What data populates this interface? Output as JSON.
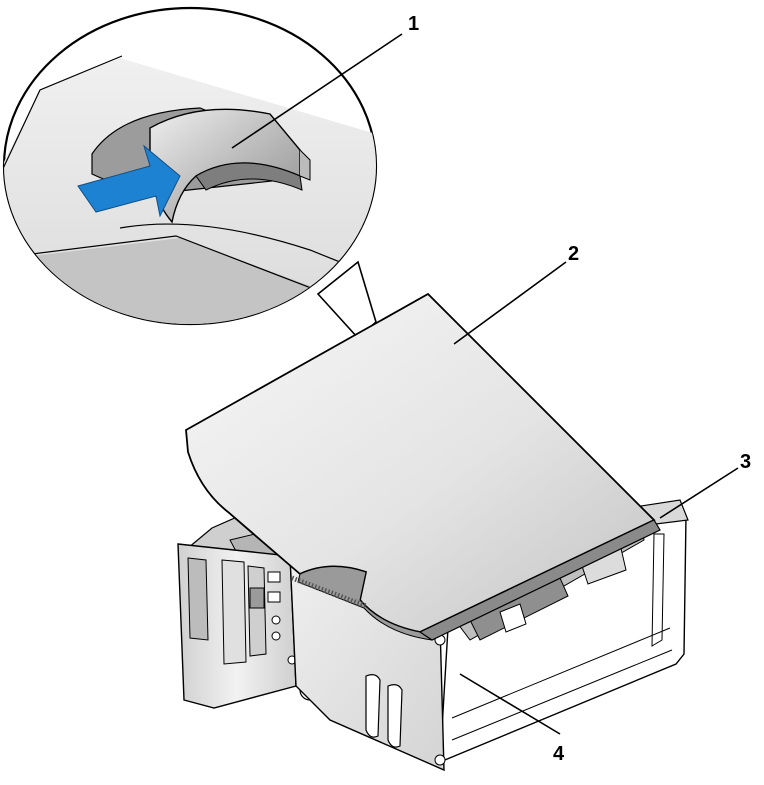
{
  "figure": {
    "callouts": [
      {
        "id": "callout-1",
        "label": "1"
      },
      {
        "id": "callout-2",
        "label": "2"
      },
      {
        "id": "callout-3",
        "label": "3"
      },
      {
        "id": "callout-4",
        "label": "4"
      }
    ],
    "colors": {
      "arrow": "#1e82d2",
      "cover_light": "#f4f4f4",
      "cover_mid": "#d6d6d6",
      "cover_dark": "#a9a9a9",
      "chassis": "#e6e6e6",
      "outline": "#000000"
    },
    "icons": [
      "push-arrow-icon",
      "release-latch"
    ]
  }
}
